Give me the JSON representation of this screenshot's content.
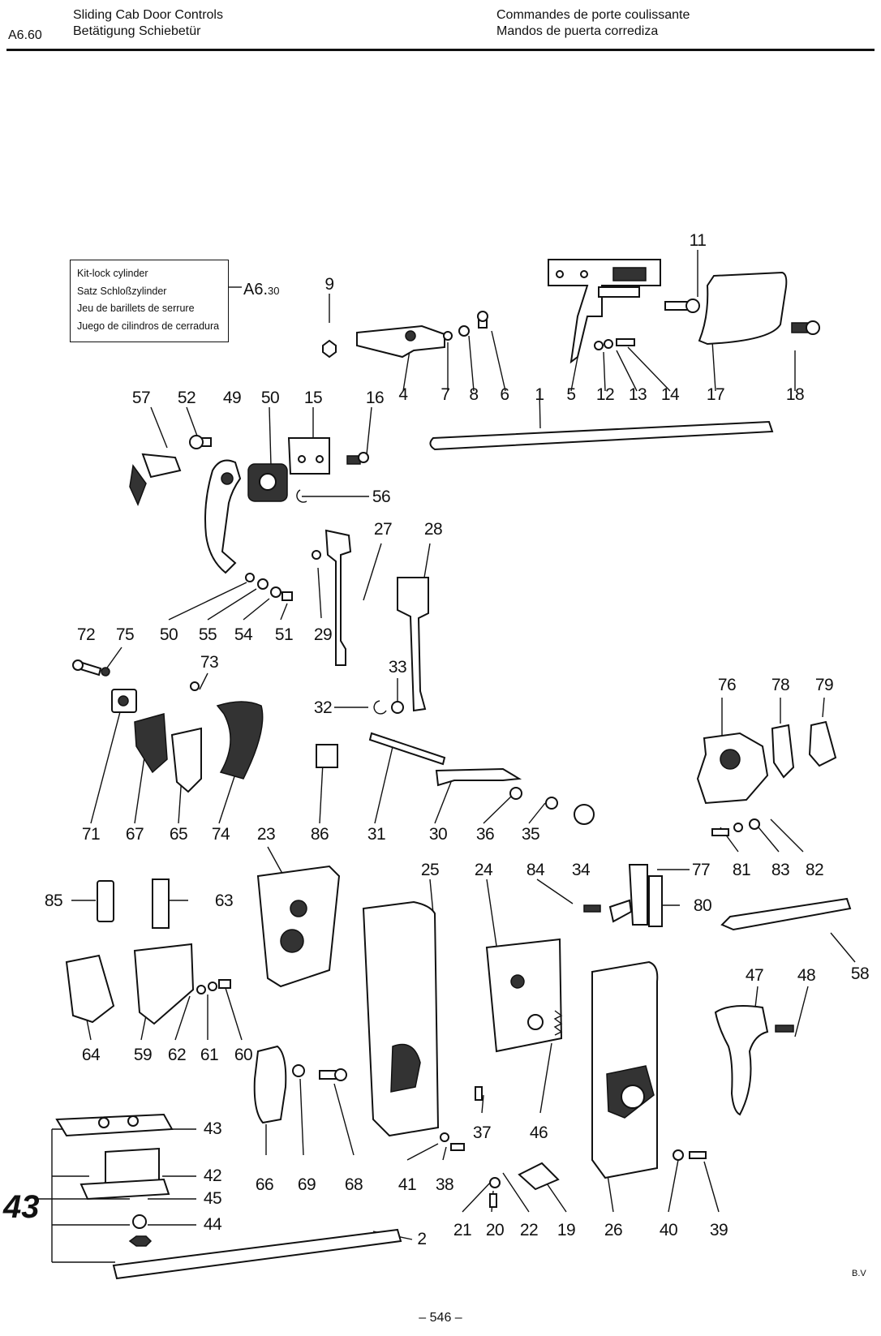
{
  "header": {
    "section": "A6.60",
    "title_en": "Sliding Cab Door Controls",
    "title_de": "Betätigung Schiebetür",
    "title_fr": "Commandes de porte coulissante",
    "title_es": "Mandos de puerta corrediza"
  },
  "kit_box": {
    "lines": [
      "Kit-lock cylinder",
      "Satz Schloßzylinder",
      "Jeu de barillets de serrure",
      "Juego de cilindros de cerradura"
    ],
    "ref_main": "A6.",
    "ref_sub": "30"
  },
  "callouts": [
    "11",
    "9",
    "4",
    "7",
    "8",
    "6",
    "1",
    "5",
    "12",
    "13",
    "14",
    "17",
    "18",
    "57",
    "52",
    "49",
    "50",
    "15",
    "16",
    "56",
    "27",
    "28",
    "29",
    "72",
    "75",
    "50",
    "55",
    "54",
    "51",
    "33",
    "73",
    "32",
    "76",
    "78",
    "79",
    "71",
    "67",
    "65",
    "74",
    "86",
    "31",
    "30",
    "36",
    "35",
    "34",
    "23",
    "25",
    "24",
    "84",
    "77",
    "81",
    "83",
    "82",
    "85",
    "63",
    "80",
    "58",
    "47",
    "48",
    "64",
    "59",
    "62",
    "61",
    "60",
    "46",
    "37",
    "66",
    "69",
    "68",
    "41",
    "38",
    "43",
    "42",
    "45",
    "44",
    "2",
    "21",
    "20",
    "22",
    "19",
    "26",
    "40",
    "39"
  ],
  "group_label": "43",
  "page_number": "– 546 –",
  "signature": "B.V"
}
